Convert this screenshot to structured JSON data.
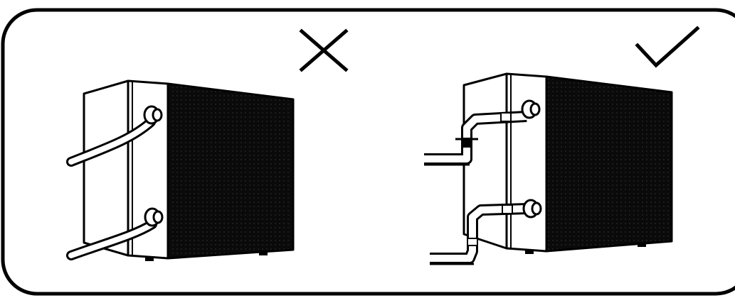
{
  "panels": [
    {
      "id": "wrong",
      "verdict": "incorrect",
      "mark": "cross-icon",
      "pipe_routing": "diagonal-flexible-hoses"
    },
    {
      "id": "right",
      "verdict": "correct",
      "mark": "check-icon",
      "pipe_routing": "rigid-elbow-pipes"
    }
  ],
  "colors": {
    "ink": "#000000",
    "paper": "#ffffff",
    "grille": "#0a0a0a"
  }
}
